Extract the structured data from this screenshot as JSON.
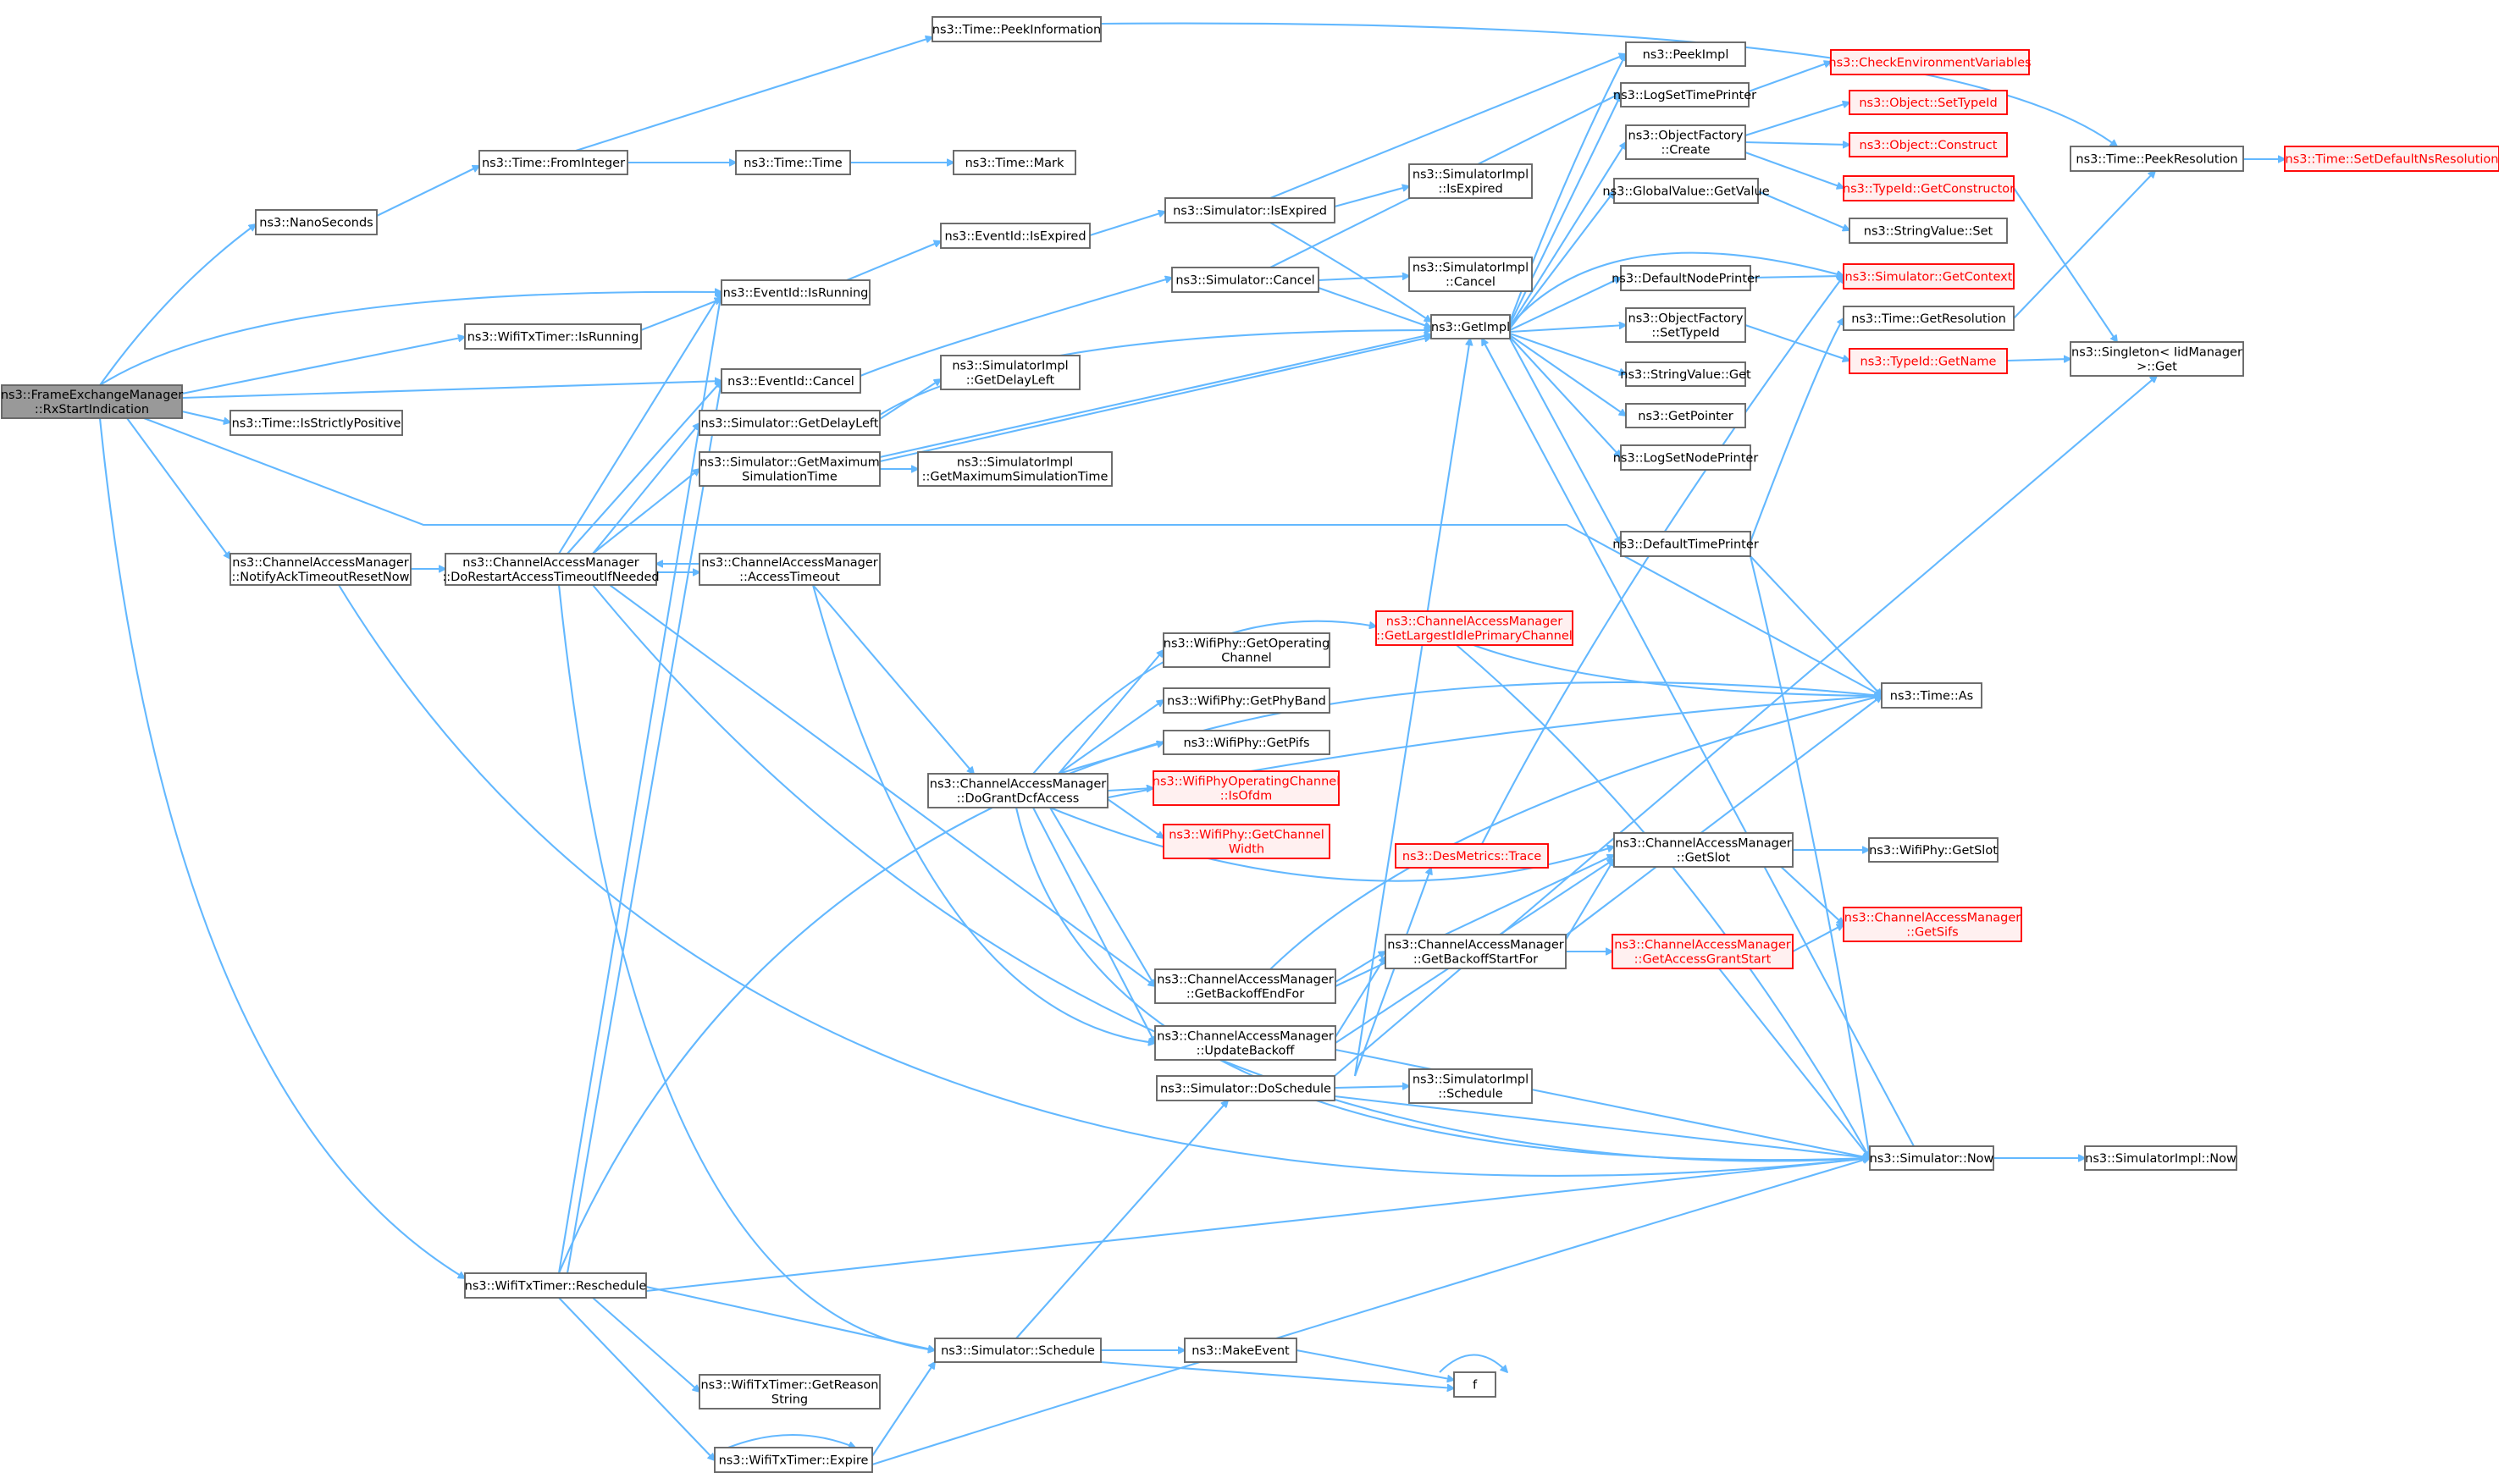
{
  "colors": {
    "edge": "#63b8ff",
    "node_border": "#666666",
    "node_fill": "#ffffff",
    "highlight_fill": "#999999",
    "truncated_border": "#ff0000",
    "truncated_text": "#ff0000"
  },
  "nodes": [
    {
      "id": "root",
      "lines": [
        "ns3::FrameExchangeManager",
        "::RxStartIndication"
      ],
      "style": "root"
    },
    {
      "id": "nanoseconds",
      "lines": [
        "ns3::NanoSeconds"
      ]
    },
    {
      "id": "fromInteger",
      "lines": [
        "ns3::Time::FromInteger"
      ]
    },
    {
      "id": "peekInformation",
      "lines": [
        "ns3::Time::PeekInformation"
      ]
    },
    {
      "id": "timeTime",
      "lines": [
        "ns3::Time::Time"
      ]
    },
    {
      "id": "timeMark",
      "lines": [
        "ns3::Time::Mark"
      ]
    },
    {
      "id": "eventIdIsRunning",
      "lines": [
        "ns3::EventId::IsRunning"
      ]
    },
    {
      "id": "eventIdIsExpired",
      "lines": [
        "ns3::EventId::IsExpired"
      ]
    },
    {
      "id": "wifiTxTimerIsRunning",
      "lines": [
        "ns3::WifiTxTimer::IsRunning"
      ]
    },
    {
      "id": "eventIdCancel",
      "lines": [
        "ns3::EventId::Cancel"
      ]
    },
    {
      "id": "isStrictlyPositive",
      "lines": [
        "ns3::Time::IsStrictlyPositive"
      ]
    },
    {
      "id": "notifyAck",
      "lines": [
        "ns3::ChannelAccessManager",
        "::NotifyAckTimeoutResetNow"
      ]
    },
    {
      "id": "doRestart",
      "lines": [
        "ns3::ChannelAccessManager",
        "::DoRestartAccessTimeoutIfNeeded"
      ]
    },
    {
      "id": "accessTimeout",
      "lines": [
        "ns3::ChannelAccessManager",
        "::AccessTimeout"
      ]
    },
    {
      "id": "getDelayLeft",
      "lines": [
        "ns3::Simulator::GetDelayLeft"
      ]
    },
    {
      "id": "getMaxSimTime",
      "lines": [
        "ns3::Simulator::GetMaximum",
        "SimulationTime"
      ]
    },
    {
      "id": "simImplGetDelayLeft",
      "lines": [
        "ns3::SimulatorImpl",
        "::GetDelayLeft"
      ]
    },
    {
      "id": "simImplGetMaxSimTime",
      "lines": [
        "ns3::SimulatorImpl",
        "::GetMaximumSimulationTime"
      ]
    },
    {
      "id": "simIsExpired",
      "lines": [
        "ns3::Simulator::IsExpired"
      ]
    },
    {
      "id": "simImplIsExpired",
      "lines": [
        "ns3::SimulatorImpl",
        "::IsExpired"
      ]
    },
    {
      "id": "simCancel",
      "lines": [
        "ns3::Simulator::Cancel"
      ]
    },
    {
      "id": "simImplCancel",
      "lines": [
        "ns3::SimulatorImpl",
        "::Cancel"
      ]
    },
    {
      "id": "getImpl",
      "lines": [
        "ns3::GetImpl"
      ]
    },
    {
      "id": "peekImpl",
      "lines": [
        "ns3::PeekImpl"
      ]
    },
    {
      "id": "logSetTimePrinter",
      "lines": [
        "ns3::LogSetTimePrinter"
      ]
    },
    {
      "id": "objectFactoryCreate",
      "lines": [
        "ns3::ObjectFactory",
        "::Create"
      ]
    },
    {
      "id": "globalValueGetValue",
      "lines": [
        "ns3::GlobalValue::GetValue"
      ]
    },
    {
      "id": "defaultNodePrinter",
      "lines": [
        "ns3::DefaultNodePrinter"
      ]
    },
    {
      "id": "objectFactorySetTypeId",
      "lines": [
        "ns3::ObjectFactory",
        "::SetTypeId"
      ]
    },
    {
      "id": "stringValueGet",
      "lines": [
        "ns3::StringValue::Get"
      ]
    },
    {
      "id": "getPointer",
      "lines": [
        "ns3::GetPointer"
      ]
    },
    {
      "id": "logSetNodePrinter",
      "lines": [
        "ns3::LogSetNodePrinter"
      ]
    },
    {
      "id": "defaultTimePrinter",
      "lines": [
        "ns3::DefaultTimePrinter"
      ]
    },
    {
      "id": "checkEnvVars",
      "lines": [
        "ns3::CheckEnvironmentVariables"
      ],
      "style": "red"
    },
    {
      "id": "objectSetTypeId",
      "lines": [
        "ns3::Object::SetTypeId"
      ],
      "style": "red"
    },
    {
      "id": "objectConstruct",
      "lines": [
        "ns3::Object::Construct"
      ],
      "style": "red"
    },
    {
      "id": "typeIdGetConstructor",
      "lines": [
        "ns3::TypeId::GetConstructor"
      ],
      "style": "red"
    },
    {
      "id": "stringValueSet",
      "lines": [
        "ns3::StringValue::Set"
      ]
    },
    {
      "id": "simGetContext",
      "lines": [
        "ns3::Simulator::GetContext"
      ],
      "style": "red"
    },
    {
      "id": "timeGetResolution",
      "lines": [
        "ns3::Time::GetResolution"
      ]
    },
    {
      "id": "typeIdGetName",
      "lines": [
        "ns3::TypeId::GetName"
      ],
      "style": "red"
    },
    {
      "id": "peekResolution",
      "lines": [
        "ns3::Time::PeekResolution"
      ]
    },
    {
      "id": "setDefaultNsRes",
      "lines": [
        "ns3::Time::SetDefaultNsResolution"
      ],
      "style": "red"
    },
    {
      "id": "singletonGet",
      "lines": [
        "ns3::Singleton< IidManager",
        ">::Get"
      ]
    },
    {
      "id": "getLargestIdle",
      "lines": [
        "ns3::ChannelAccessManager",
        "::GetLargestIdlePrimaryChannel"
      ],
      "style": "red"
    },
    {
      "id": "timeAs",
      "lines": [
        "ns3::Time::As"
      ]
    },
    {
      "id": "getOperatingChannel",
      "lines": [
        "ns3::WifiPhy::GetOperating",
        "Channel"
      ]
    },
    {
      "id": "getPhyBand",
      "lines": [
        "ns3::WifiPhy::GetPhyBand"
      ]
    },
    {
      "id": "getPifs",
      "lines": [
        "ns3::WifiPhy::GetPifs"
      ]
    },
    {
      "id": "isOfdm",
      "lines": [
        "ns3::WifiPhyOperatingChannel",
        "::IsOfdm"
      ],
      "style": "red"
    },
    {
      "id": "getChannelWidth",
      "lines": [
        "ns3::WifiPhy::GetChannel",
        "Width"
      ],
      "style": "red"
    },
    {
      "id": "doGrantDcf",
      "lines": [
        "ns3::ChannelAccessManager",
        "::DoGrantDcfAccess"
      ]
    },
    {
      "id": "desMetricsTrace",
      "lines": [
        "ns3::DesMetrics::Trace"
      ],
      "style": "red"
    },
    {
      "id": "camGetSlot",
      "lines": [
        "ns3::ChannelAccessManager",
        "::GetSlot"
      ]
    },
    {
      "id": "phyGetSlot",
      "lines": [
        "ns3::WifiPhy::GetSlot"
      ]
    },
    {
      "id": "camGetSifs",
      "lines": [
        "ns3::ChannelAccessManager",
        "::GetSifs"
      ],
      "style": "red"
    },
    {
      "id": "getBackoffStartFor",
      "lines": [
        "ns3::ChannelAccessManager",
        "::GetBackoffStartFor"
      ]
    },
    {
      "id": "getAccessGrantStart",
      "lines": [
        "ns3::ChannelAccessManager",
        "::GetAccessGrantStart"
      ],
      "style": "red"
    },
    {
      "id": "getBackoffEndFor",
      "lines": [
        "ns3::ChannelAccessManager",
        "::GetBackoffEndFor"
      ]
    },
    {
      "id": "updateBackoff",
      "lines": [
        "ns3::ChannelAccessManager",
        "::UpdateBackoff"
      ]
    },
    {
      "id": "simDoSchedule",
      "lines": [
        "ns3::Simulator::DoSchedule"
      ]
    },
    {
      "id": "simImplSchedule",
      "lines": [
        "ns3::SimulatorImpl",
        "::Schedule"
      ]
    },
    {
      "id": "simNow",
      "lines": [
        "ns3::Simulator::Now"
      ]
    },
    {
      "id": "simImplNow",
      "lines": [
        "ns3::SimulatorImpl::Now"
      ]
    },
    {
      "id": "reschedule",
      "lines": [
        "ns3::WifiTxTimer::Reschedule"
      ]
    },
    {
      "id": "simSchedule",
      "lines": [
        "ns3::Simulator::Schedule"
      ]
    },
    {
      "id": "makeEvent",
      "lines": [
        "ns3::MakeEvent"
      ]
    },
    {
      "id": "fNode",
      "lines": [
        "f"
      ]
    },
    {
      "id": "getReasonString",
      "lines": [
        "ns3::WifiTxTimer::GetReason",
        "String"
      ]
    },
    {
      "id": "expire",
      "lines": [
        "ns3::WifiTxTimer::Expire"
      ]
    }
  ]
}
